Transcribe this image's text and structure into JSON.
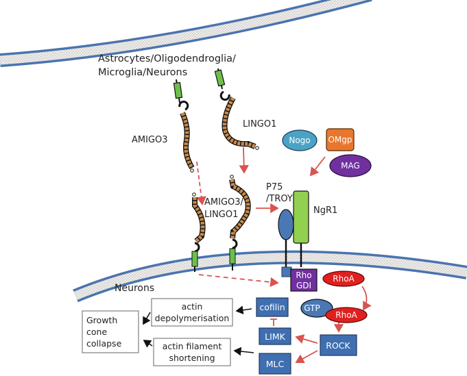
{
  "labels": {
    "source_cells_line1": "Astrocytes/Oligodendroglia/",
    "source_cells_line2": "Microglia/Neurons",
    "amigo3": "AMIGO3",
    "lingo1": "LINGO1",
    "complex_line1": "AMIGO3/",
    "complex_line2": "LINGO1",
    "p75_line1": "P75",
    "p75_line2": "/TROY",
    "ngr1": "NgR1",
    "neurons": "Neurons"
  },
  "ligands": {
    "nogo": "Nogo",
    "omgp": "OMgp",
    "mag": "MAG"
  },
  "signaling": {
    "rhogdi_line1": "Rho",
    "rhogdi_line2": "GDI",
    "rhoa": "RhoA",
    "gtp": "GTP",
    "rhoa_active": "RhoA",
    "rock": "ROCK",
    "limk": "LIMK",
    "cofilin": "cofilin",
    "mlc": "MLC"
  },
  "outcomes": {
    "actin_depoly_line1": "actin",
    "actin_depoly_line2": "depolymerisation",
    "actin_short_line1": "actin filament",
    "actin_short_line2": "shortening",
    "growth_line1": "Growth",
    "growth_line2": "cone",
    "growth_line3": "collapse"
  },
  "colors": {
    "membrane_outer": "#4a74ad",
    "membrane_inner": "#e4e4e4",
    "tm_green": "#6cc04a",
    "receptor_green": "#92d050",
    "lrr_orange": "#c68a4e",
    "blue_box": "#3f6fb0",
    "purple": "#7030a0",
    "red": "#e02020",
    "arrow_red": "#d9534f",
    "nogo_cyan": "#4aa3c4",
    "omgp_orange": "#e8772e"
  }
}
